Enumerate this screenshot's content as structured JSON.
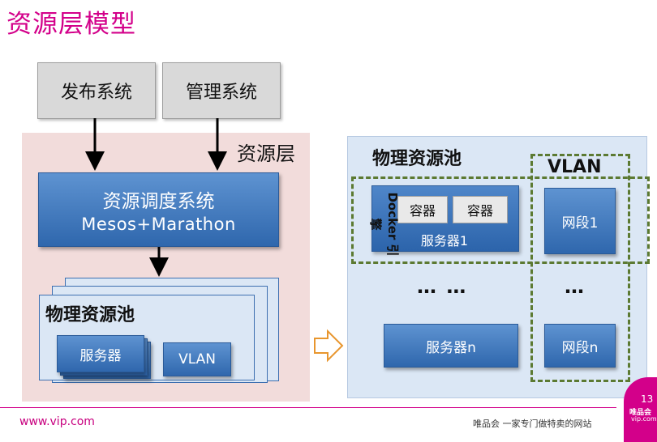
{
  "title": "资源层模型",
  "top_boxes": {
    "publish": "发布系统",
    "manage": "管理系统"
  },
  "resource_layer": {
    "label": "资源层",
    "scheduler": {
      "line1": "资源调度系统",
      "line2": "Mesos+Marathon"
    },
    "pool": {
      "title": "物理资源池",
      "server": "服务器",
      "vlan": "VLAN"
    }
  },
  "right_panel": {
    "title": "物理资源池",
    "vlan_label": "VLAN",
    "docker_engine_label": "Docker 引擎",
    "container_1": "容器",
    "container_2": "容器",
    "server_1": "服务器1",
    "segment_1": "网段1",
    "dots_servers": "… …",
    "dots_segments": "…",
    "server_n": "服务器n",
    "segment_n": "网段n"
  },
  "footer": {
    "url": "www.vip.com",
    "slogan": "唯品会 一家专门做特卖的网站",
    "page_number": "13",
    "logo_text": "唯品会",
    "logo_sub": "vip.com"
  },
  "colors": {
    "accent": "#d3008a",
    "box_blue": "#3a73bb",
    "dashed_green": "#5c7a32",
    "layer_pink": "#f2dcdb",
    "pool_blue": "#dbe7f5"
  }
}
